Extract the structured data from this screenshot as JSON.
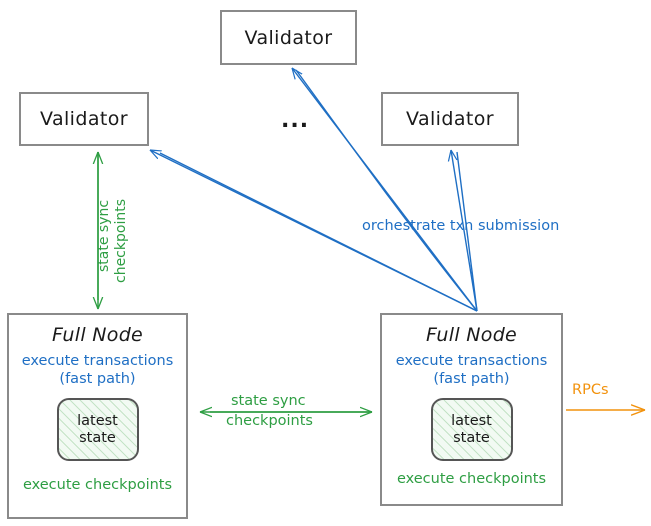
{
  "diagram": {
    "title": "Sui validator and full node network topology",
    "background": "#ffffff",
    "colors": {
      "box_border": "#8a8a8a",
      "box_fill": "#ffffff",
      "text": "#1a1a1a",
      "blue": "#1f6fc4",
      "green": "#2e9e43",
      "orange": "#f2920d",
      "chip_border": "#555555",
      "chip_fill": "#f2faf3"
    },
    "nodes": {
      "validator_top": {
        "label": "Validator"
      },
      "validator_left": {
        "label": "Validator"
      },
      "validator_right": {
        "label": "Validator"
      },
      "ellipsis": {
        "label": "..."
      },
      "full_node_left": {
        "title": "Full Node",
        "subtitle_line1": "execute transactions",
        "subtitle_line2": "(fast path)",
        "chip_line1": "latest",
        "chip_line2": "state",
        "footer": "execute checkpoints"
      },
      "full_node_right": {
        "title": "Full Node",
        "subtitle_line1": "execute transactions",
        "subtitle_line2": "(fast path)",
        "chip_line1": "latest",
        "chip_line2": "state",
        "footer": "execute checkpoints"
      }
    },
    "edge_labels": {
      "validator_state_sync_line1": "state sync",
      "validator_state_sync_line2": "checkpoints",
      "orchestrate": "orchestrate txn submission",
      "node_state_sync_line1": "state sync",
      "node_state_sync_line2": "checkpoints",
      "rpcs": "RPCs"
    }
  }
}
